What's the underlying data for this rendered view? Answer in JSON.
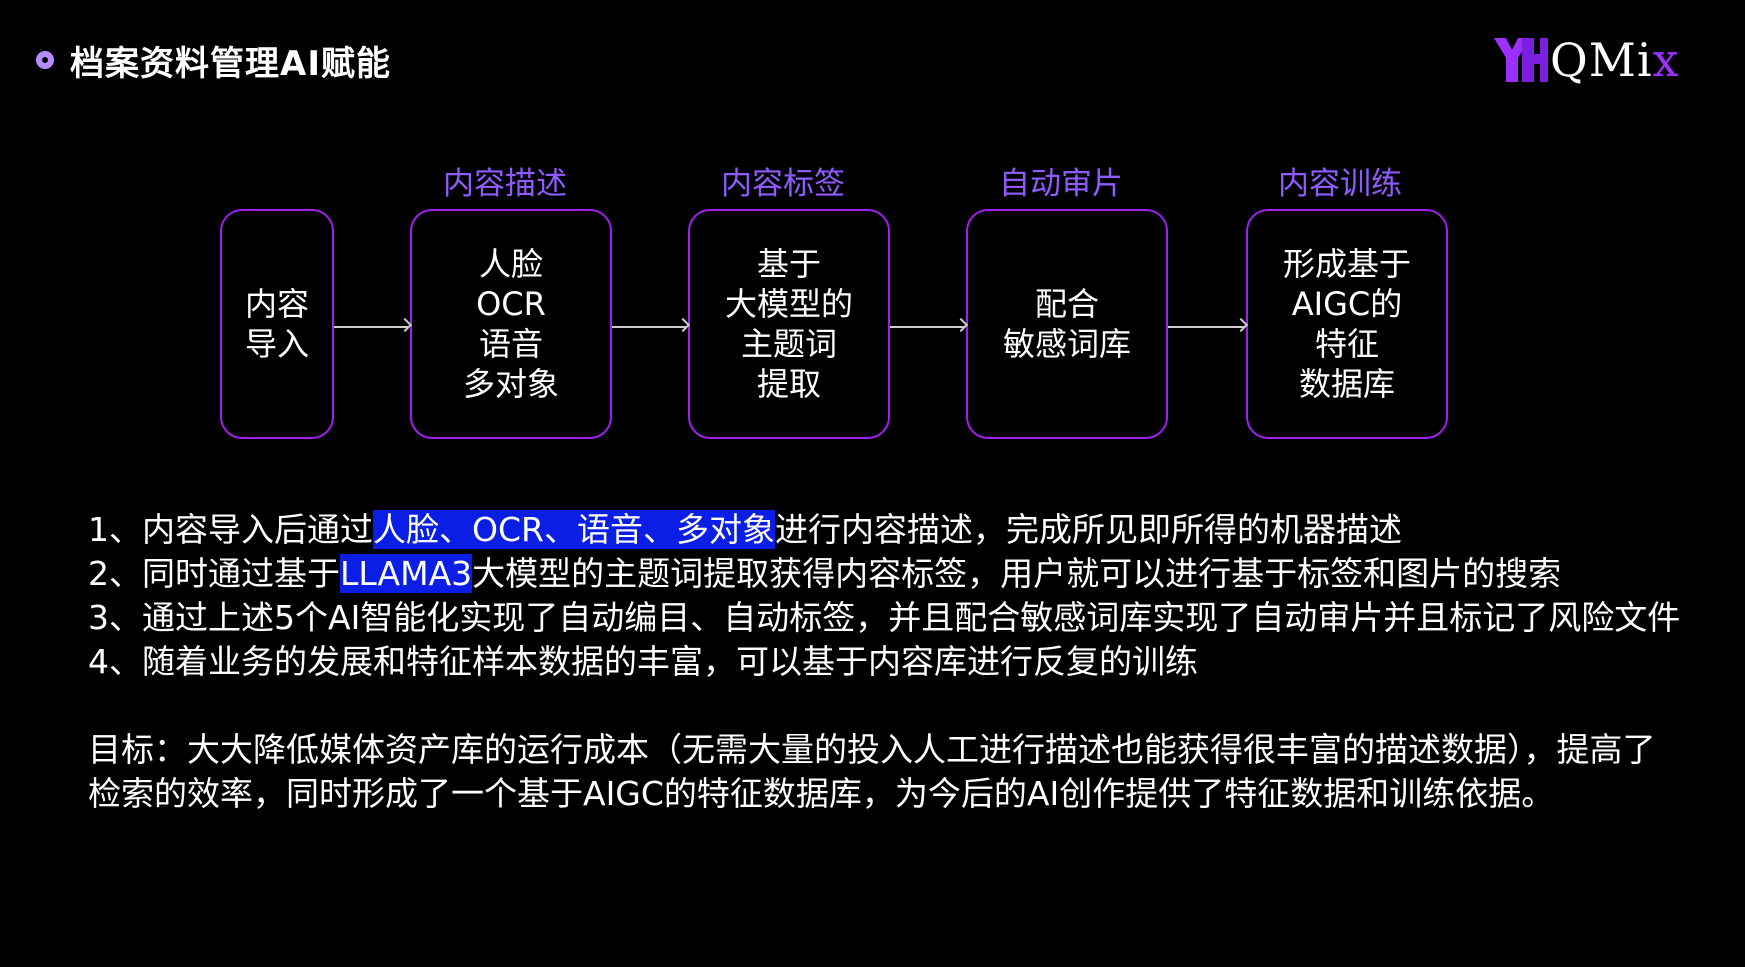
{
  "header": {
    "title": "档案资料管理AI赋能",
    "logo_text_main": "QMi",
    "logo_text_accent": "x",
    "logo_colors": {
      "primary": "#9b30ff",
      "text": "#ffffff"
    }
  },
  "flow": {
    "steps": [
      {
        "label": "",
        "box_text": "内容\n导入"
      },
      {
        "label": "内容描述",
        "box_text": "人脸\nOCR\n语音\n多对象"
      },
      {
        "label": "内容标签",
        "box_text": "基于\n大模型的\n主题词\n提取"
      },
      {
        "label": "自动审片",
        "box_text": "配合\n敏感词库"
      },
      {
        "label": "内容训练",
        "box_text": "形成基于\nAIGC的\n特征\n数据库"
      }
    ],
    "colors": {
      "box_border": "#a020f0",
      "label": "#8f5bff",
      "arrow": "#cccccc"
    }
  },
  "notes": {
    "line1_prefix": "1、内容导入后通过",
    "line1_highlight": "人脸、OCR、语音、多对象",
    "line1_suffix": "进行内容描述，完成所见即所得的机器描述",
    "line2_prefix": "2、同时通过基于",
    "line2_highlight": "LLAMA3",
    "line2_suffix": "大模型的主题词提取获得内容标签，用户就可以进行基于标签和图片的搜索",
    "line3": "3、通过上述5个AI智能化实现了自动编目、自动标签，并且配合敏感词库实现了自动审片并且标记了风险文件",
    "line4": "4、随着业务的发展和特征样本数据的丰富，可以基于内容库进行反复的训练",
    "goal": "目标：大大降低媒体资产库的运行成本（无需大量的投入人工进行描述也能获得很丰富的描述数据），提高了检索的效率，同时形成了一个基于AIGC的特征数据库，为今后的AI创作提供了特征数据和训练依据。",
    "highlight_color": "#0a1ee6"
  }
}
